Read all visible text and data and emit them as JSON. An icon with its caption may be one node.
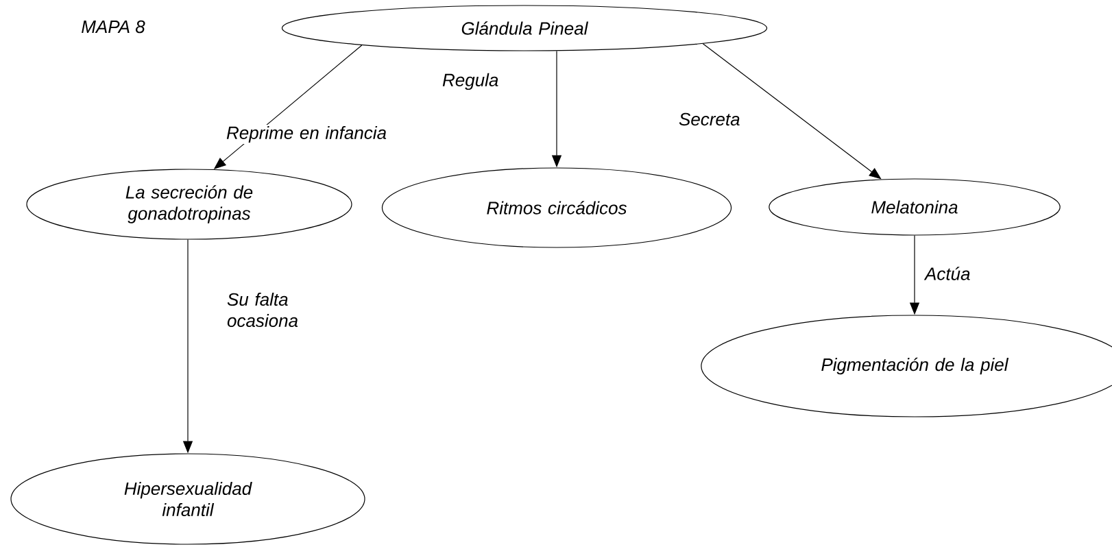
{
  "diagram": {
    "nodes": [
      {
        "text": [
          "Glándula Pineal"
        ]
      },
      {
        "text": [
          "La secreción de gonadotropinas"
        ]
      },
      {
        "text": [
          "Ritmos circádicos"
        ]
      },
      {
        "text": [
          "Melatonina"
        ]
      },
      {
        "text": [
          "Pigmentación de la piel"
        ]
      },
      {
        "text": [
          "Hipersexualidad infantil"
        ]
      }
    ],
    "edges": [
      {
        "from": 0,
        "to": 1,
        "arrow": "to",
        "label": "Reprime en infancia"
      },
      {
        "from": 0,
        "to": 2,
        "arrow": "to",
        "label": "Regula"
      },
      {
        "from": 0,
        "to": 3,
        "arrow": "to",
        "label": "Secreta"
      },
      {
        "from": 3,
        "to": 4,
        "arrow": "to",
        "label": "Actúa"
      },
      {
        "from": 1,
        "to": 5,
        "arrow": "to",
        "label": "Su falta ocasiona"
      }
    ],
    "labels": [
      "MAPA 8"
    ]
  }
}
